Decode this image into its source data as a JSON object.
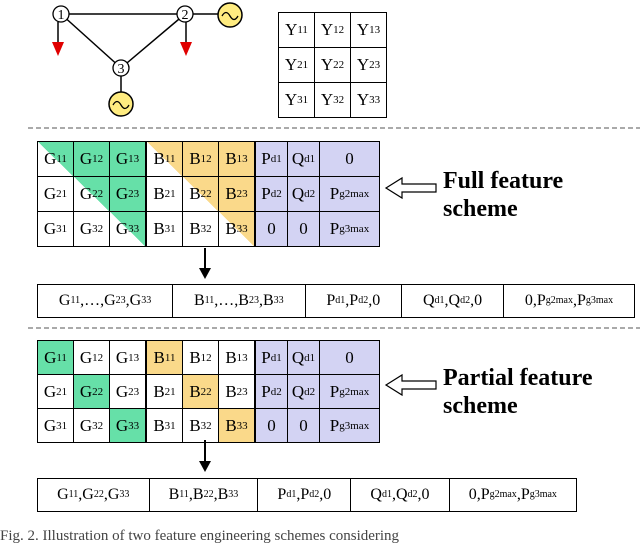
{
  "network": {
    "buses": [
      {
        "id": "bus1",
        "label": "1"
      },
      {
        "id": "bus2",
        "label": "2"
      },
      {
        "id": "bus3",
        "label": "3"
      }
    ]
  },
  "ymatrix": [
    [
      {
        "b": "Y",
        "s": "11"
      },
      {
        "b": "Y",
        "s": "12"
      },
      {
        "b": "Y",
        "s": "13"
      }
    ],
    [
      {
        "b": "Y",
        "s": "21"
      },
      {
        "b": "Y",
        "s": "22"
      },
      {
        "b": "Y",
        "s": "23"
      }
    ],
    [
      {
        "b": "Y",
        "s": "31"
      },
      {
        "b": "Y",
        "s": "32"
      },
      {
        "b": "Y",
        "s": "33"
      }
    ]
  ],
  "full": {
    "label_line1": "Full feature",
    "label_line2": "scheme",
    "g": [
      [
        {
          "b": "G",
          "s": "11",
          "fill": "tri-g"
        },
        {
          "b": "G",
          "s": "12",
          "fill": "green"
        },
        {
          "b": "G",
          "s": "13",
          "fill": "green"
        }
      ],
      [
        {
          "b": "G",
          "s": "21",
          "fill": ""
        },
        {
          "b": "G",
          "s": "22",
          "fill": "tri-g"
        },
        {
          "b": "G",
          "s": "23",
          "fill": "green"
        }
      ],
      [
        {
          "b": "G",
          "s": "31",
          "fill": ""
        },
        {
          "b": "G",
          "s": "32",
          "fill": ""
        },
        {
          "b": "G",
          "s": "33",
          "fill": "tri-g"
        }
      ]
    ],
    "bm": [
      [
        {
          "b": "B",
          "s": "11",
          "fill": "tri-y"
        },
        {
          "b": "B",
          "s": "12",
          "fill": "yellow"
        },
        {
          "b": "B",
          "s": "13",
          "fill": "yellow"
        }
      ],
      [
        {
          "b": "B",
          "s": "21",
          "fill": ""
        },
        {
          "b": "B",
          "s": "22",
          "fill": "tri-y"
        },
        {
          "b": "B",
          "s": "23",
          "fill": "yellow"
        }
      ],
      [
        {
          "b": "B",
          "s": "31",
          "fill": ""
        },
        {
          "b": "B",
          "s": "32",
          "fill": ""
        },
        {
          "b": "B",
          "s": "33",
          "fill": "tri-y"
        }
      ]
    ],
    "pq": [
      [
        {
          "b": "P",
          "s": "d1"
        },
        {
          "b": "Q",
          "s": "d1"
        },
        {
          "b": "0",
          "s": ""
        }
      ],
      [
        {
          "b": "P",
          "s": "d2"
        },
        {
          "b": "Q",
          "s": "d2"
        },
        {
          "b": "P",
          "s": "g2max"
        }
      ],
      [
        {
          "b": "0",
          "s": ""
        },
        {
          "b": "0",
          "s": ""
        },
        {
          "b": "P",
          "s": "g3max"
        }
      ]
    ],
    "vector": [
      [
        {
          "b": "G",
          "s": "11"
        },
        {
          "t": ",…,"
        },
        {
          "b": "G",
          "s": "23"
        },
        {
          "t": ","
        },
        {
          "b": "G",
          "s": "33"
        }
      ],
      [
        {
          "b": "B",
          "s": "11"
        },
        {
          "t": ",…,"
        },
        {
          "b": "B",
          "s": "23"
        },
        {
          "t": ","
        },
        {
          "b": "B",
          "s": "33"
        }
      ],
      [
        {
          "b": "P",
          "s": "d1"
        },
        {
          "t": ","
        },
        {
          "b": "P",
          "s": "d2"
        },
        {
          "t": ",0"
        }
      ],
      [
        {
          "b": "Q",
          "s": "d1"
        },
        {
          "t": ","
        },
        {
          "b": "Q",
          "s": "d2"
        },
        {
          "t": ",0"
        }
      ],
      [
        {
          "t": "0,"
        },
        {
          "b": "P",
          "s": "g2max"
        },
        {
          "t": ","
        },
        {
          "b": "P",
          "s": "g3max"
        }
      ]
    ]
  },
  "partial": {
    "label_line1": "Partial feature",
    "label_line2": "scheme",
    "g": [
      [
        {
          "b": "G",
          "s": "11",
          "fill": "green"
        },
        {
          "b": "G",
          "s": "12",
          "fill": ""
        },
        {
          "b": "G",
          "s": "13",
          "fill": ""
        }
      ],
      [
        {
          "b": "G",
          "s": "21",
          "fill": ""
        },
        {
          "b": "G",
          "s": "22",
          "fill": "green"
        },
        {
          "b": "G",
          "s": "23",
          "fill": ""
        }
      ],
      [
        {
          "b": "G",
          "s": "31",
          "fill": ""
        },
        {
          "b": "G",
          "s": "32",
          "fill": ""
        },
        {
          "b": "G",
          "s": "33",
          "fill": "green"
        }
      ]
    ],
    "bm": [
      [
        {
          "b": "B",
          "s": "11",
          "fill": "yellow"
        },
        {
          "b": "B",
          "s": "12",
          "fill": ""
        },
        {
          "b": "B",
          "s": "13",
          "fill": ""
        }
      ],
      [
        {
          "b": "B",
          "s": "21",
          "fill": ""
        },
        {
          "b": "B",
          "s": "22",
          "fill": "yellow"
        },
        {
          "b": "B",
          "s": "23",
          "fill": ""
        }
      ],
      [
        {
          "b": "B",
          "s": "31",
          "fill": ""
        },
        {
          "b": "B",
          "s": "32",
          "fill": ""
        },
        {
          "b": "B",
          "s": "33",
          "fill": "yellow"
        }
      ]
    ],
    "pq": [
      [
        {
          "b": "P",
          "s": "d1"
        },
        {
          "b": "Q",
          "s": "d1"
        },
        {
          "b": "0",
          "s": ""
        }
      ],
      [
        {
          "b": "P",
          "s": "d2"
        },
        {
          "b": "Q",
          "s": "d2"
        },
        {
          "b": "P",
          "s": "g2max"
        }
      ],
      [
        {
          "b": "0",
          "s": ""
        },
        {
          "b": "0",
          "s": ""
        },
        {
          "b": "P",
          "s": "g3max"
        }
      ]
    ],
    "vector": [
      [
        {
          "b": "G",
          "s": "11"
        },
        {
          "t": ","
        },
        {
          "b": "G",
          "s": "22"
        },
        {
          "t": ","
        },
        {
          "b": "G",
          "s": "33"
        }
      ],
      [
        {
          "b": "B",
          "s": "11"
        },
        {
          "t": ","
        },
        {
          "b": "B",
          "s": "22"
        },
        {
          "t": ","
        },
        {
          "b": "B",
          "s": "33"
        }
      ],
      [
        {
          "b": "P",
          "s": "d1"
        },
        {
          "t": ","
        },
        {
          "b": "P",
          "s": "d2"
        },
        {
          "t": ",0"
        }
      ],
      [
        {
          "b": "Q",
          "s": "d1"
        },
        {
          "t": ","
        },
        {
          "b": "Q",
          "s": "d2"
        },
        {
          "t": ",0"
        }
      ],
      [
        {
          "t": "0,"
        },
        {
          "b": "P",
          "s": "g2max"
        },
        {
          "t": ","
        },
        {
          "b": "P",
          "s": "g3max"
        }
      ]
    ]
  },
  "caption": "Fig. 2.  Illustration of two feature engineering schemes considering",
  "colors": {
    "green": "#66e0a8",
    "yellow": "#fad98a",
    "purple": "#d3d3f3",
    "generator": "#ffec80",
    "load_arrow": "#e00000"
  }
}
